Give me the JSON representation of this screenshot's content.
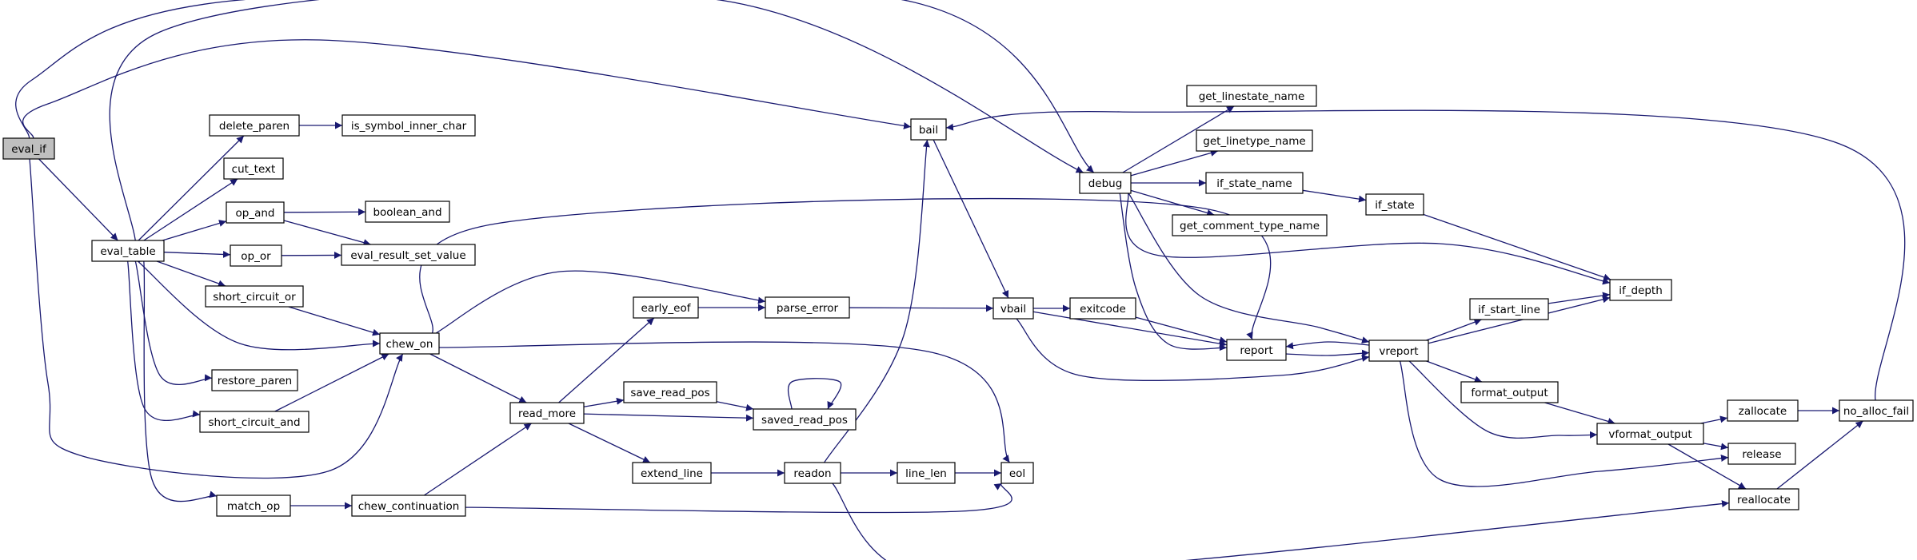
{
  "colors": {
    "edge": "#191970",
    "node_border": "#000000",
    "node_fill": "#ffffff",
    "root_fill": "#bfbfbf"
  },
  "nodes": [
    {
      "id": "eval_if",
      "label": "eval_if",
      "root": true
    },
    {
      "id": "eval_table",
      "label": "eval_table"
    },
    {
      "id": "delete_paren",
      "label": "delete_paren"
    },
    {
      "id": "is_symbol_inner_char",
      "label": "is_symbol_inner_char"
    },
    {
      "id": "cut_text",
      "label": "cut_text"
    },
    {
      "id": "op_and",
      "label": "op_and"
    },
    {
      "id": "boolean_and",
      "label": "boolean_and"
    },
    {
      "id": "op_or",
      "label": "op_or"
    },
    {
      "id": "eval_result_set_value",
      "label": "eval_result_set_value"
    },
    {
      "id": "short_circuit_or",
      "label": "short_circuit_or"
    },
    {
      "id": "chew_on",
      "label": "chew_on"
    },
    {
      "id": "restore_paren",
      "label": "restore_paren"
    },
    {
      "id": "short_circuit_and",
      "label": "short_circuit_and"
    },
    {
      "id": "match_op",
      "label": "match_op"
    },
    {
      "id": "chew_continuation",
      "label": "chew_continuation"
    },
    {
      "id": "early_eof",
      "label": "early_eof"
    },
    {
      "id": "parse_error",
      "label": "parse_error"
    },
    {
      "id": "read_more",
      "label": "read_more"
    },
    {
      "id": "save_read_pos",
      "label": "save_read_pos"
    },
    {
      "id": "saved_read_pos",
      "label": "saved_read_pos"
    },
    {
      "id": "extend_line",
      "label": "extend_line"
    },
    {
      "id": "readon",
      "label": "readon"
    },
    {
      "id": "line_len",
      "label": "line_len"
    },
    {
      "id": "eol",
      "label": "eol"
    },
    {
      "id": "bail",
      "label": "bail"
    },
    {
      "id": "vbail",
      "label": "vbail"
    },
    {
      "id": "exitcode",
      "label": "exitcode"
    },
    {
      "id": "debug",
      "label": "debug"
    },
    {
      "id": "get_linestate_name",
      "label": "get_linestate_name"
    },
    {
      "id": "get_linetype_name",
      "label": "get_linetype_name"
    },
    {
      "id": "if_state_name",
      "label": "if_state_name"
    },
    {
      "id": "get_comment_type_name",
      "label": "get_comment_type_name"
    },
    {
      "id": "if_state",
      "label": "if_state"
    },
    {
      "id": "if_depth",
      "label": "if_depth"
    },
    {
      "id": "report",
      "label": "report"
    },
    {
      "id": "vreport",
      "label": "vreport"
    },
    {
      "id": "if_start_line",
      "label": "if_start_line"
    },
    {
      "id": "format_output",
      "label": "format_output"
    },
    {
      "id": "vformat_output",
      "label": "vformat_output"
    },
    {
      "id": "zallocate",
      "label": "zallocate"
    },
    {
      "id": "no_alloc_fail",
      "label": "no_alloc_fail"
    },
    {
      "id": "release",
      "label": "release"
    },
    {
      "id": "reallocate",
      "label": "reallocate"
    }
  ],
  "edges": [
    [
      "eval_if",
      "eval_table"
    ],
    [
      "eval_if",
      "bail"
    ],
    [
      "eval_if",
      "debug"
    ],
    [
      "eval_if",
      "chew_on"
    ],
    [
      "eval_table",
      "delete_paren"
    ],
    [
      "eval_table",
      "cut_text"
    ],
    [
      "eval_table",
      "op_and"
    ],
    [
      "eval_table",
      "op_or"
    ],
    [
      "eval_table",
      "short_circuit_or"
    ],
    [
      "eval_table",
      "chew_on"
    ],
    [
      "eval_table",
      "restore_paren"
    ],
    [
      "eval_table",
      "short_circuit_and"
    ],
    [
      "eval_table",
      "match_op"
    ],
    [
      "eval_table",
      "debug"
    ],
    [
      "delete_paren",
      "is_symbol_inner_char"
    ],
    [
      "op_and",
      "boolean_and"
    ],
    [
      "op_and",
      "eval_result_set_value"
    ],
    [
      "op_or",
      "eval_result_set_value"
    ],
    [
      "short_circuit_or",
      "chew_on"
    ],
    [
      "short_circuit_and",
      "chew_on"
    ],
    [
      "match_op",
      "chew_continuation"
    ],
    [
      "chew_continuation",
      "read_more"
    ],
    [
      "chew_continuation",
      "eol"
    ],
    [
      "chew_on",
      "parse_error"
    ],
    [
      "chew_on",
      "read_more"
    ],
    [
      "chew_on",
      "eol"
    ],
    [
      "chew_on",
      "report"
    ],
    [
      "read_more",
      "early_eof"
    ],
    [
      "read_more",
      "save_read_pos"
    ],
    [
      "read_more",
      "saved_read_pos"
    ],
    [
      "read_more",
      "extend_line"
    ],
    [
      "early_eof",
      "parse_error"
    ],
    [
      "save_read_pos",
      "saved_read_pos"
    ],
    [
      "saved_read_pos",
      "saved_read_pos"
    ],
    [
      "extend_line",
      "readon"
    ],
    [
      "readon",
      "bail"
    ],
    [
      "readon",
      "line_len"
    ],
    [
      "readon",
      "reallocate"
    ],
    [
      "line_len",
      "eol"
    ],
    [
      "parse_error",
      "vbail"
    ],
    [
      "bail",
      "vbail"
    ],
    [
      "vbail",
      "exitcode"
    ],
    [
      "vbail",
      "report"
    ],
    [
      "vbail",
      "vreport"
    ],
    [
      "exitcode",
      "report"
    ],
    [
      "debug",
      "get_linestate_name"
    ],
    [
      "debug",
      "get_linetype_name"
    ],
    [
      "debug",
      "if_state_name"
    ],
    [
      "debug",
      "get_comment_type_name"
    ],
    [
      "debug",
      "if_depth"
    ],
    [
      "debug",
      "report"
    ],
    [
      "debug",
      "vreport"
    ],
    [
      "if_state_name",
      "if_state"
    ],
    [
      "if_state",
      "if_depth"
    ],
    [
      "report",
      "vreport"
    ],
    [
      "vreport",
      "report"
    ],
    [
      "vreport",
      "if_start_line"
    ],
    [
      "vreport",
      "if_depth"
    ],
    [
      "vreport",
      "format_output"
    ],
    [
      "vreport",
      "vformat_output"
    ],
    [
      "vreport",
      "release"
    ],
    [
      "if_start_line",
      "if_depth"
    ],
    [
      "format_output",
      "vformat_output"
    ],
    [
      "vformat_output",
      "zallocate"
    ],
    [
      "vformat_output",
      "release"
    ],
    [
      "vformat_output",
      "reallocate"
    ],
    [
      "zallocate",
      "no_alloc_fail"
    ],
    [
      "reallocate",
      "no_alloc_fail"
    ],
    [
      "no_alloc_fail",
      "bail"
    ]
  ]
}
